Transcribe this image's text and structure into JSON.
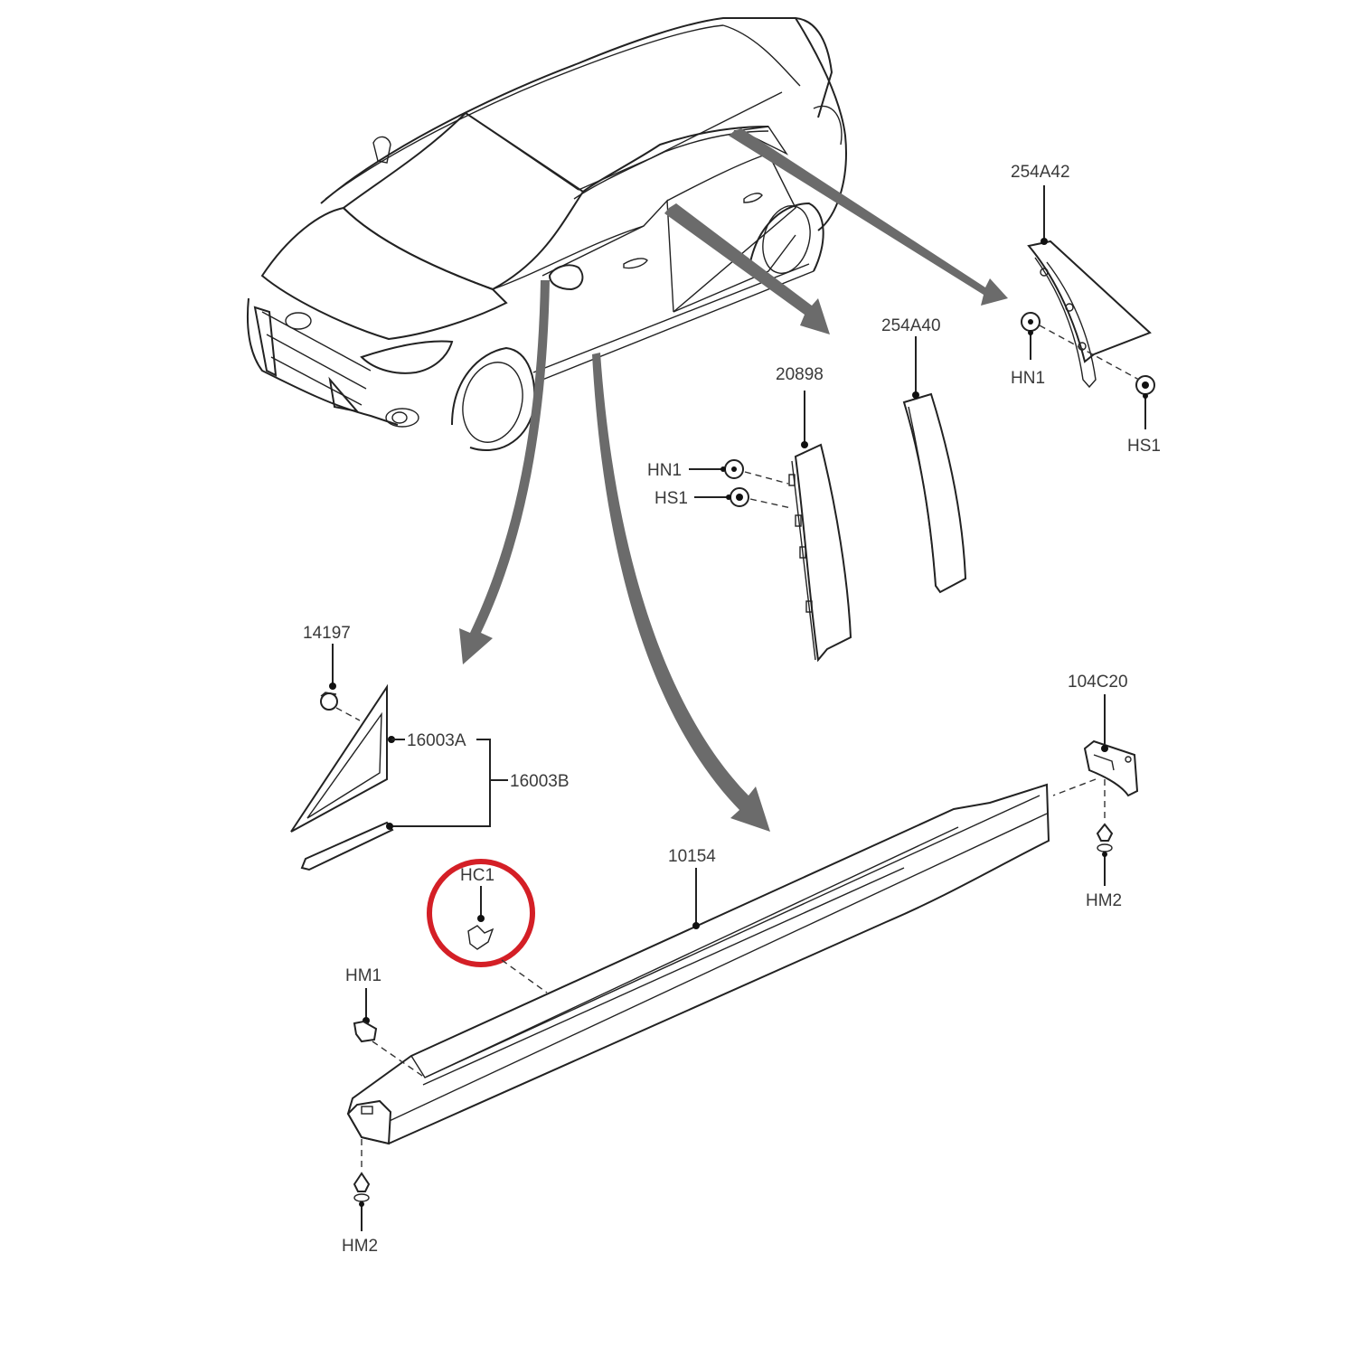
{
  "diagram": {
    "subject": "Hatchback side body moulding / rocker panel exploded parts view",
    "arrow_color": "#6b6b6b",
    "highlight_color": "#d41f26",
    "labels": {
      "p254A42": "254A42",
      "p254A40": "254A40",
      "p20898": "20898",
      "hn1_a": "HN1",
      "hs1_a": "HS1",
      "hn1_b": "HN1",
      "hs1_b": "HS1",
      "p14197": "14197",
      "p16003A": "16003A",
      "p16003B": "16003B",
      "hc1": "HC1",
      "p10154": "10154",
      "p104C20": "104C20",
      "hm1": "HM1",
      "hm2_right": "HM2",
      "hm2_left": "HM2"
    },
    "highlighted_part": "HC1"
  }
}
